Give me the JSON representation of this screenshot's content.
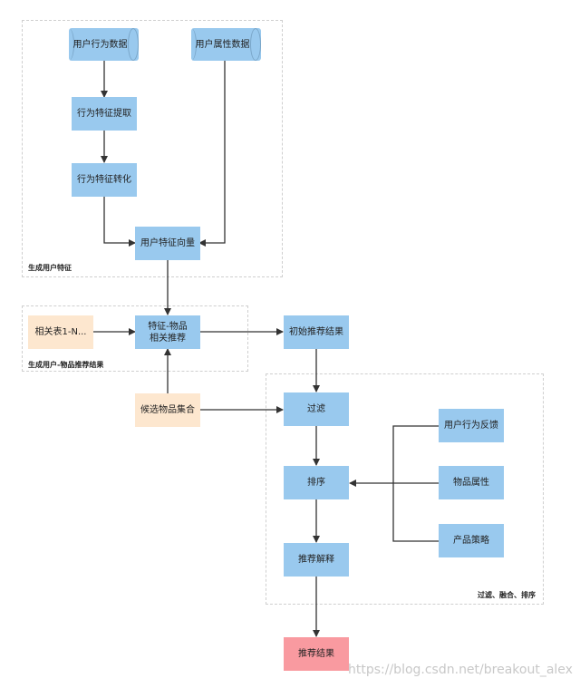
{
  "groups": {
    "user_features": "生成用户特征",
    "user_item_results": "生成用户-物品推荐结果",
    "filter_merge_sort": "过滤、融合、排序"
  },
  "nodes": {
    "user_behavior_data": "用户行为数据",
    "user_attribute_data": "用户属性数据",
    "behavior_feature_extract": "行为特征提取",
    "behavior_feature_convert": "行为特征转化",
    "user_feature_vector": "用户特征向量",
    "related_table": "相关表1-N...",
    "feature_item_recommend": "特征-物品\n相关推荐",
    "initial_recommend_result": "初始推荐结果",
    "candidate_items": "候选物品集合",
    "filter": "过滤",
    "sort": "排序",
    "recommend_explain": "推荐解释",
    "user_behavior_feedback": "用户行为反馈",
    "item_attribute": "物品属性",
    "product_strategy": "产品策略",
    "recommend_result": "推荐结果"
  },
  "watermark": "https://blog.csdn.net/breakout_alex",
  "colors": {
    "process": "#99c9ee",
    "input": "#fde7cf",
    "output": "#f99aa0",
    "arrow": "#333333",
    "group_border": "#cfcfcf"
  }
}
